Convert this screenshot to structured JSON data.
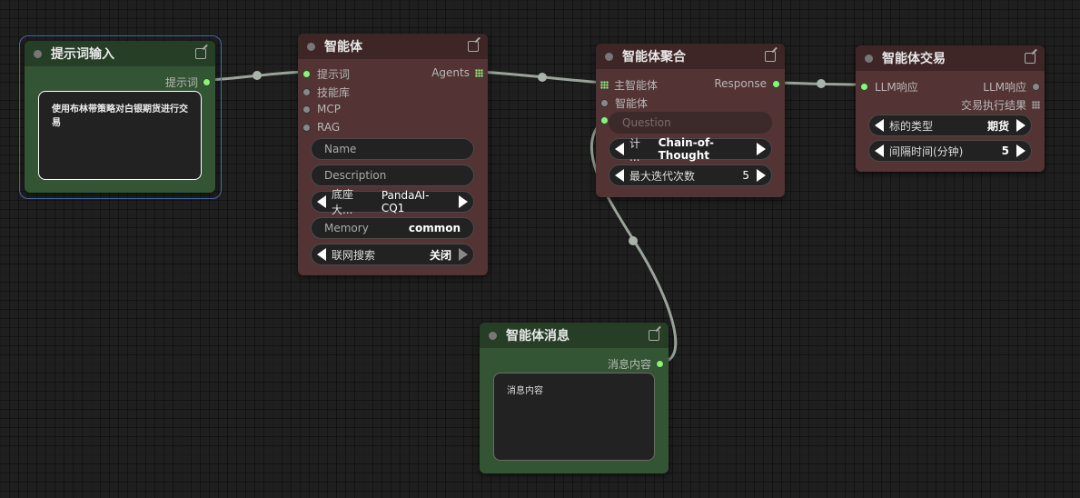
{
  "nodes": {
    "prompt_input": {
      "title": "提示词输入",
      "output": "提示词",
      "text": "使用布林带策略对白银期货进行交易"
    },
    "agent": {
      "title": "智能体",
      "inputs": [
        "提示词",
        "技能库",
        "MCP",
        "RAG"
      ],
      "output": "Agents",
      "name_placeholder": "Name",
      "description_placeholder": "Description",
      "base_model_label": "底座大...",
      "base_model_value": "PandaAI-CQ1",
      "memory_label": "Memory",
      "memory_value": "common",
      "web_search_label": "联网搜索",
      "web_search_value": "关闭"
    },
    "aggregate": {
      "title": "智能体聚合",
      "input_main": "主智能体",
      "input_agent": "智能体",
      "output": "Response",
      "question_placeholder": "Question",
      "plan_label": "计 ...",
      "plan_value": "Chain-of-Thought",
      "max_iter_label": "最大迭代次数",
      "max_iter_value": "5"
    },
    "trade": {
      "title": "智能体交易",
      "input": "LLM响应",
      "output_llm": "LLM响应",
      "output_result": "交易执行结果",
      "type_label": "标的类型",
      "type_value": "期货",
      "interval_label": "间隔时间(分钟)",
      "interval_value": "5"
    },
    "message": {
      "title": "智能体消息",
      "input": "消息内容",
      "placeholder": "消息内容"
    }
  },
  "colors": {
    "canvas": "#1f1f1f",
    "node_red": "#533333",
    "node_green": "#335533",
    "pin_active": "#8cf27a",
    "link": "#aab5aa",
    "selection": "#4a6aa8"
  }
}
